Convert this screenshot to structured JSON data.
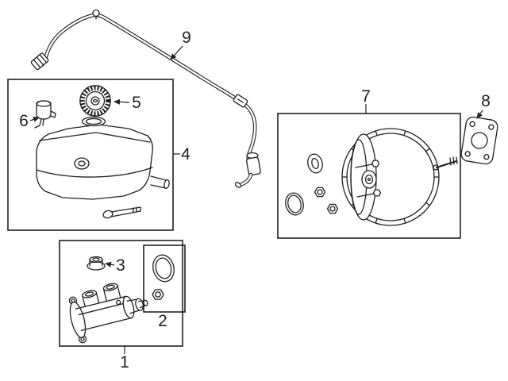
{
  "diagram": {
    "ink": "#231f20",
    "background": "#ffffff",
    "callouts": [
      {
        "label": "1"
      },
      {
        "label": "2"
      },
      {
        "label": "3"
      },
      {
        "label": "4"
      },
      {
        "label": "5"
      },
      {
        "label": "6"
      },
      {
        "label": "7"
      },
      {
        "label": "8"
      },
      {
        "label": "9"
      }
    ]
  }
}
